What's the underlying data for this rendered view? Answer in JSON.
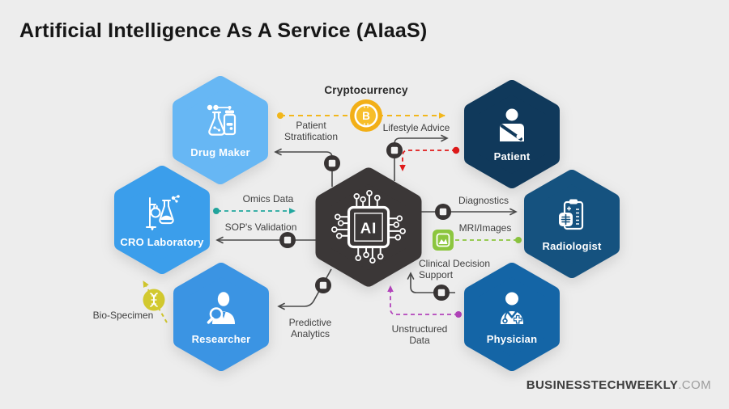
{
  "title": "Artificial Intelligence As A Service (AIaaS)",
  "watermark": {
    "bold": "BUSINESSTECHWEEKLY",
    "light": ".COM"
  },
  "background_color": "#EDEDED",
  "hexagons": [
    {
      "label": "Drug Maker",
      "color": "#67B7F4",
      "icon": "flask-and-pill-bottle"
    },
    {
      "label": "Patient",
      "color": "#10395B",
      "icon": "person-arm-sling"
    },
    {
      "label": "CRO Laboratory",
      "color": "#3B9EEB",
      "icon": "lab-flasks"
    },
    {
      "label": "AI",
      "color": "#3B3737",
      "icon": "ai-chip-circuit"
    },
    {
      "label": "Radiologist",
      "color": "#15527F",
      "icon": "clipboard-xray"
    },
    {
      "label": "Researcher",
      "color": "#3B94E3",
      "icon": "person-magnifier"
    },
    {
      "label": "Physician",
      "color": "#1465A6",
      "icon": "doctor-stethoscope"
    }
  ],
  "connections": [
    {
      "label": "Cryptocurrency",
      "from": "Drug Maker",
      "to": "Patient",
      "style": "dashed",
      "color": "#F2B71C",
      "icon": "bitcoin-icon"
    },
    {
      "label": "Patient\nStratification",
      "from": "AI",
      "to": "Drug Maker",
      "style": "solid",
      "color": "#4A4A4A",
      "icon": "chain-link"
    },
    {
      "label": "Lifestyle Advice",
      "from": "AI",
      "to": "Patient",
      "style": "solid",
      "color": "#4A4A4A",
      "icon": "chain-link"
    },
    {
      "label": "",
      "from": "Patient",
      "to": "AI",
      "style": "dashed",
      "color": "#E01A1A"
    },
    {
      "label": "Omics Data",
      "from": "CRO Laboratory",
      "to": "AI",
      "style": "dashed",
      "color": "#22A79F"
    },
    {
      "label": "SOP's Validation",
      "from": "AI",
      "to": "CRO Laboratory",
      "style": "solid",
      "color": "#4A4A4A",
      "icon": "chain-link"
    },
    {
      "label": "Diagnostics",
      "from": "AI",
      "to": "Radiologist",
      "style": "solid",
      "color": "#4A4A4A",
      "icon": "chain-link"
    },
    {
      "label": "MRI/Images",
      "from": "Radiologist",
      "to": "AI",
      "style": "dashed",
      "color": "#8CC63F",
      "icon": "image-icon"
    },
    {
      "label": "Clinical Decision\nSupport",
      "from": "Physician",
      "to": "AI",
      "style": "solid",
      "color": "#4A4A4A",
      "icon": "chain-link"
    },
    {
      "label": "Unstructured\nData",
      "from": "Physician",
      "to": "AI",
      "style": "dashed",
      "color": "#B344BB"
    },
    {
      "label": "Predictive\nAnalytics",
      "from": "AI",
      "to": "Researcher",
      "style": "solid",
      "color": "#4A4A4A",
      "icon": "chain-link"
    },
    {
      "label": "Bio-Specimen",
      "from": "Researcher",
      "to": "CRO Laboratory",
      "style": "dashed",
      "color": "#CFC52C",
      "icon": "dna-icon"
    }
  ]
}
